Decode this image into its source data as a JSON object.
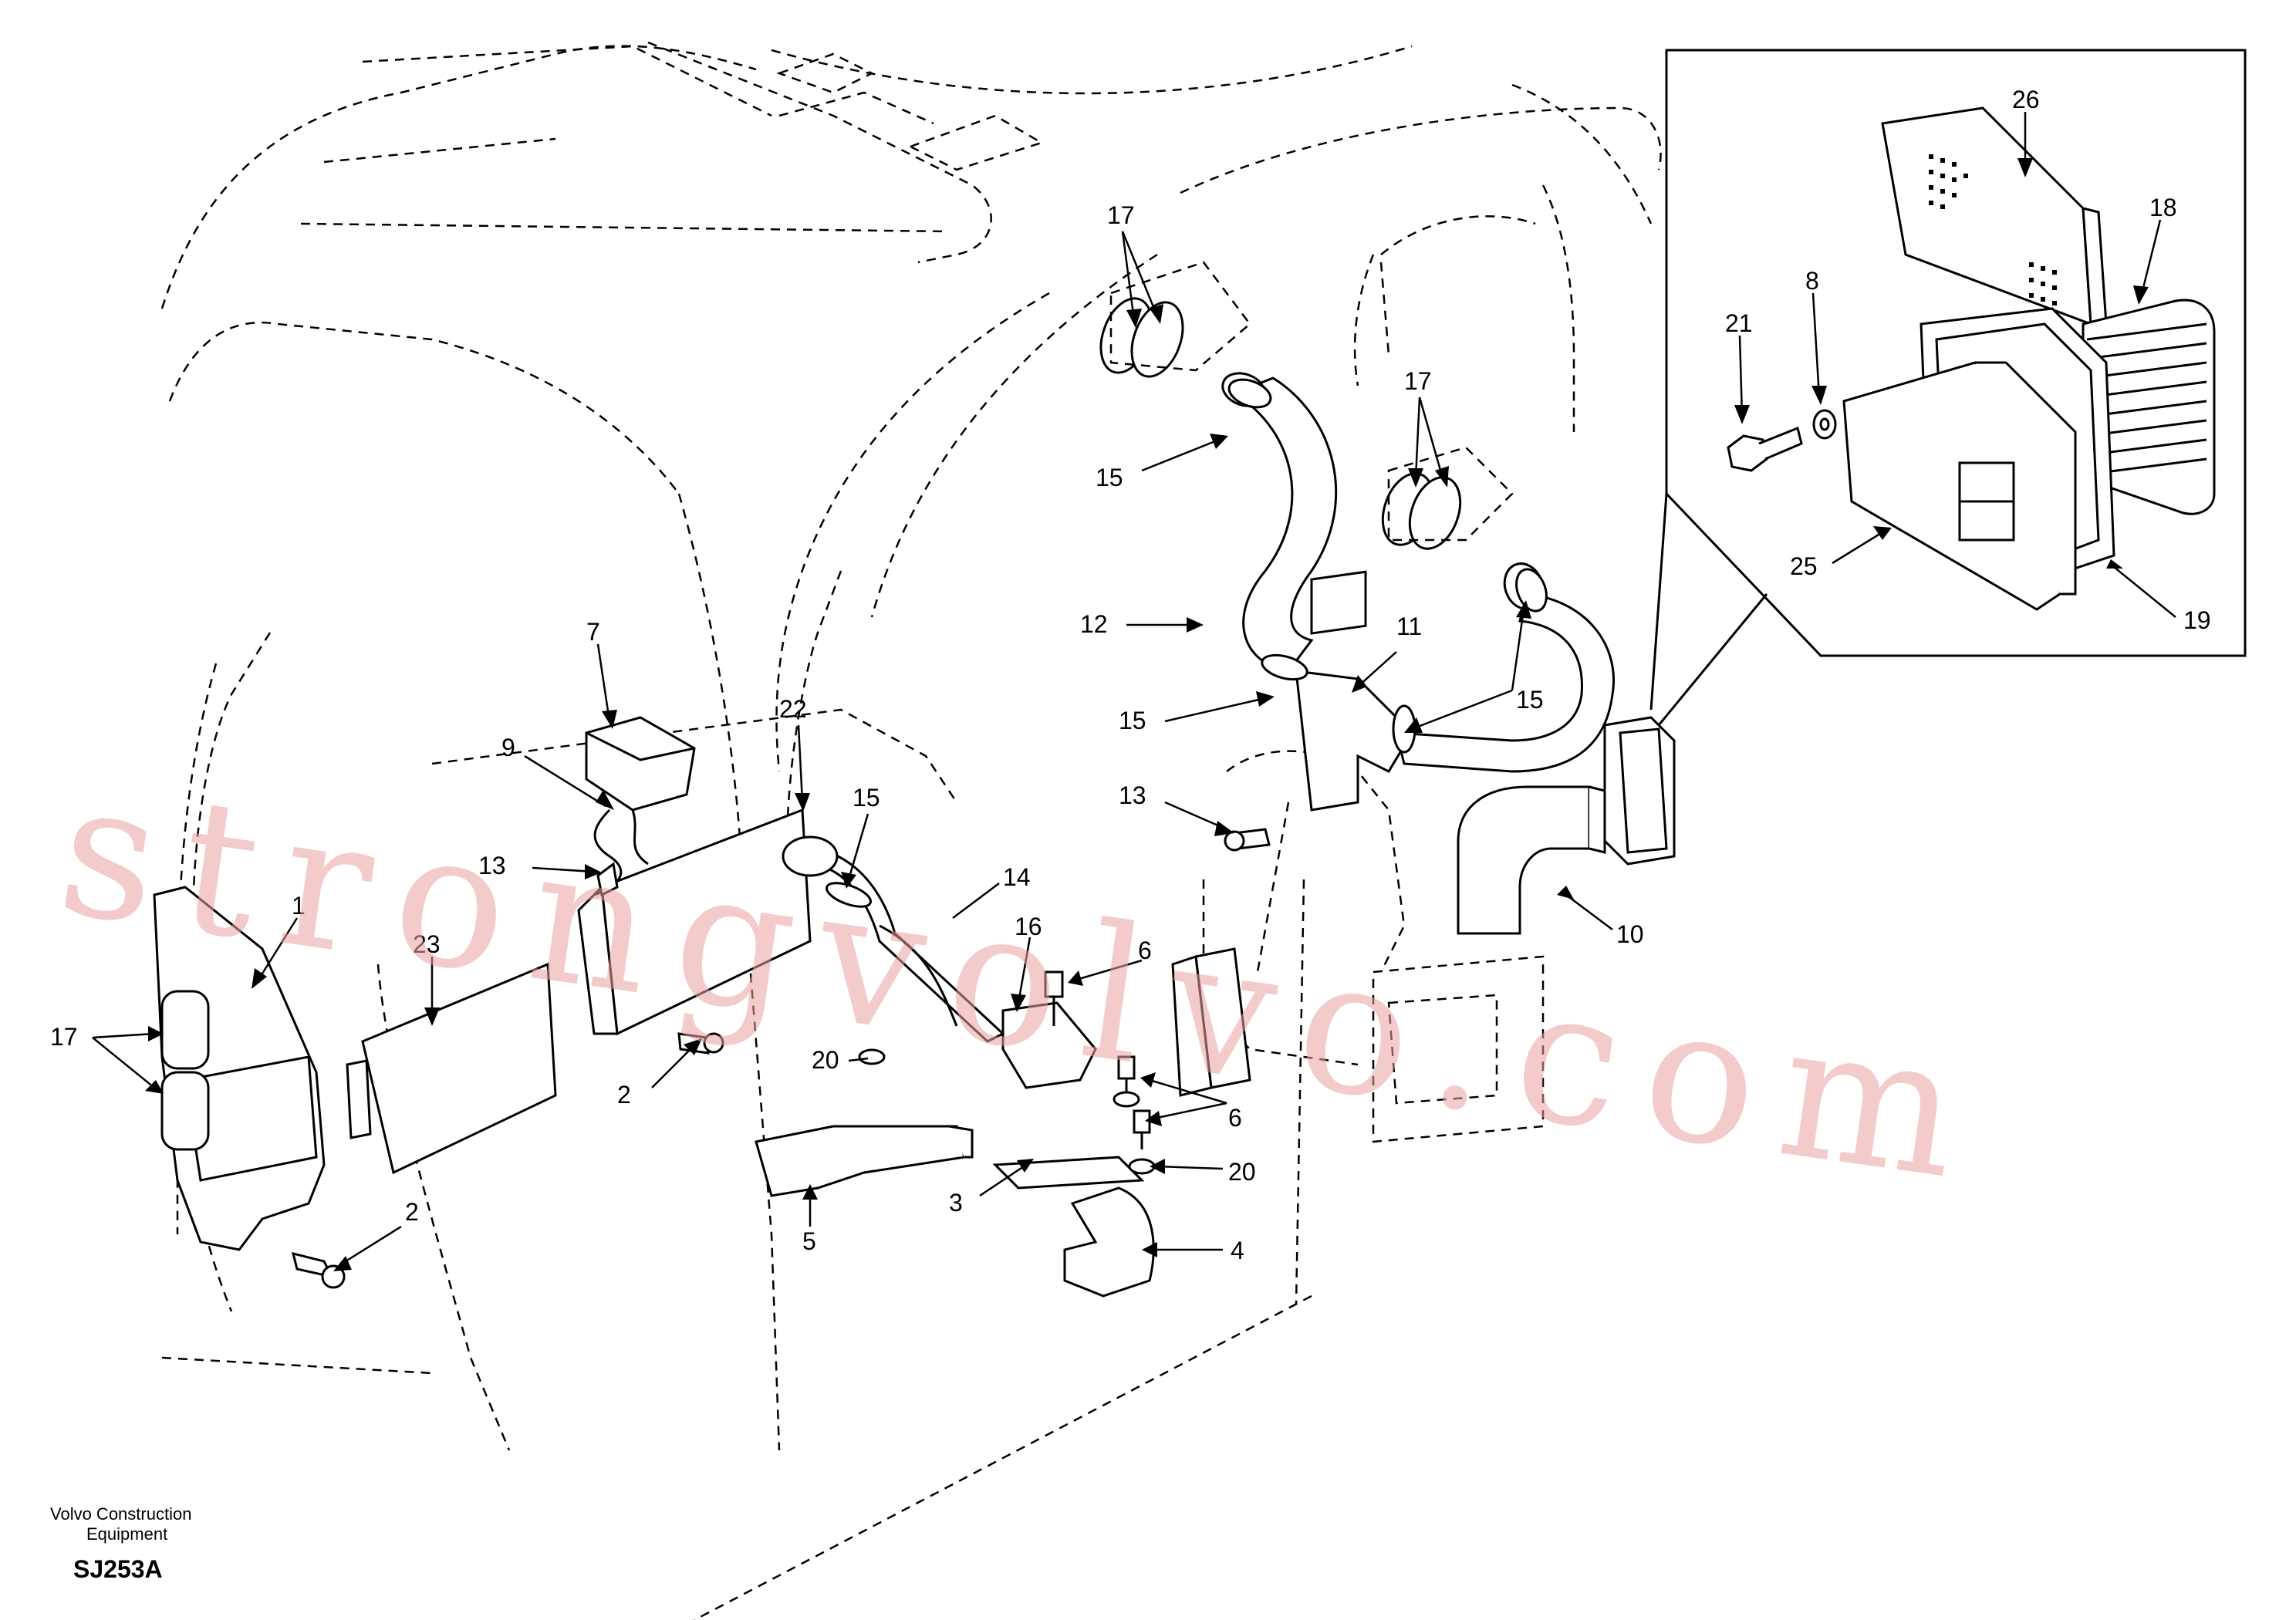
{
  "drawing": {
    "footer": {
      "company_line1": "Volvo Construction",
      "company_line2": "Equipment",
      "drawing_code": "SJ253A"
    },
    "watermark": "strongvolvo.com",
    "callouts": [
      {
        "id": "c26",
        "label": "26"
      },
      {
        "id": "c18",
        "label": "18"
      },
      {
        "id": "c8",
        "label": "8"
      },
      {
        "id": "c21",
        "label": "21"
      },
      {
        "id": "c25",
        "label": "25"
      },
      {
        "id": "c19",
        "label": "19"
      },
      {
        "id": "c17a",
        "label": "17"
      },
      {
        "id": "c17b",
        "label": "17"
      },
      {
        "id": "c17c",
        "label": "17"
      },
      {
        "id": "c15a",
        "label": "15"
      },
      {
        "id": "c15b",
        "label": "15"
      },
      {
        "id": "c15c",
        "label": "15"
      },
      {
        "id": "c15d",
        "label": "15"
      },
      {
        "id": "c12",
        "label": "12"
      },
      {
        "id": "c11",
        "label": "11"
      },
      {
        "id": "c13a",
        "label": "13"
      },
      {
        "id": "c13b",
        "label": "13"
      },
      {
        "id": "c10",
        "label": "10"
      },
      {
        "id": "c7",
        "label": "7"
      },
      {
        "id": "c9",
        "label": "9"
      },
      {
        "id": "c22",
        "label": "22"
      },
      {
        "id": "c14",
        "label": "14"
      },
      {
        "id": "c16",
        "label": "16"
      },
      {
        "id": "c6a",
        "label": "6"
      },
      {
        "id": "c6b",
        "label": "6"
      },
      {
        "id": "c20a",
        "label": "20"
      },
      {
        "id": "c20b",
        "label": "20"
      },
      {
        "id": "c23",
        "label": "23"
      },
      {
        "id": "c1",
        "label": "1"
      },
      {
        "id": "c2a",
        "label": "2"
      },
      {
        "id": "c2b",
        "label": "2"
      },
      {
        "id": "c3",
        "label": "3"
      },
      {
        "id": "c4",
        "label": "4"
      },
      {
        "id": "c5",
        "label": "5"
      }
    ]
  }
}
